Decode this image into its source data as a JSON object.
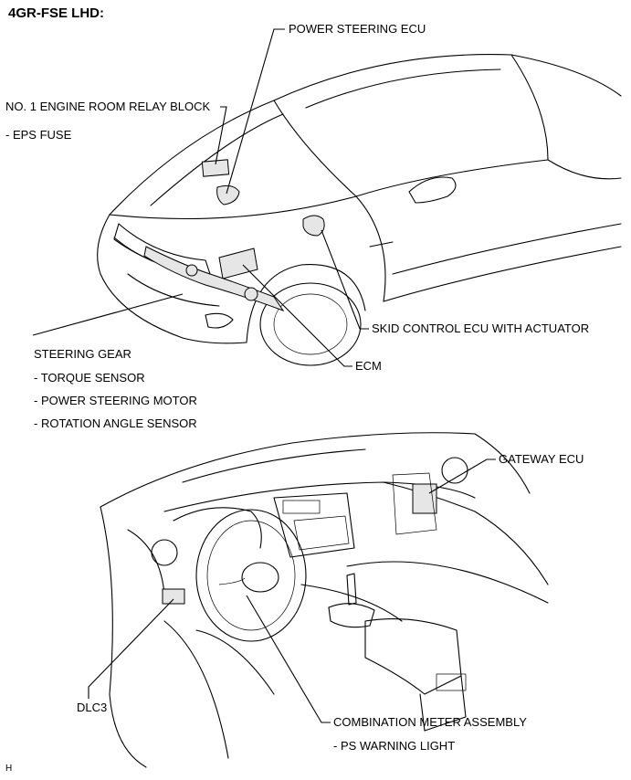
{
  "title": "4GR-FSE LHD:",
  "labels": {
    "power_steering_ecu": "POWER STEERING ECU",
    "relay_block": "NO. 1 ENGINE ROOM RELAY BLOCK",
    "eps_fuse": "- EPS FUSE",
    "skid_control": "SKID CONTROL ECU WITH ACTUATOR",
    "ecm": "ECM",
    "steering_gear": "STEERING GEAR",
    "torque_sensor": "- TORQUE SENSOR",
    "ps_motor": "- POWER STEERING MOTOR",
    "rotation_sensor": "- ROTATION ANGLE SENSOR",
    "gateway_ecu": "GATEWAY ECU",
    "dlc3": "DLC3",
    "combination_meter": "COMBINATION METER ASSEMBLY",
    "ps_warning": "- PS WARNING LIGHT"
  },
  "footer": "H"
}
